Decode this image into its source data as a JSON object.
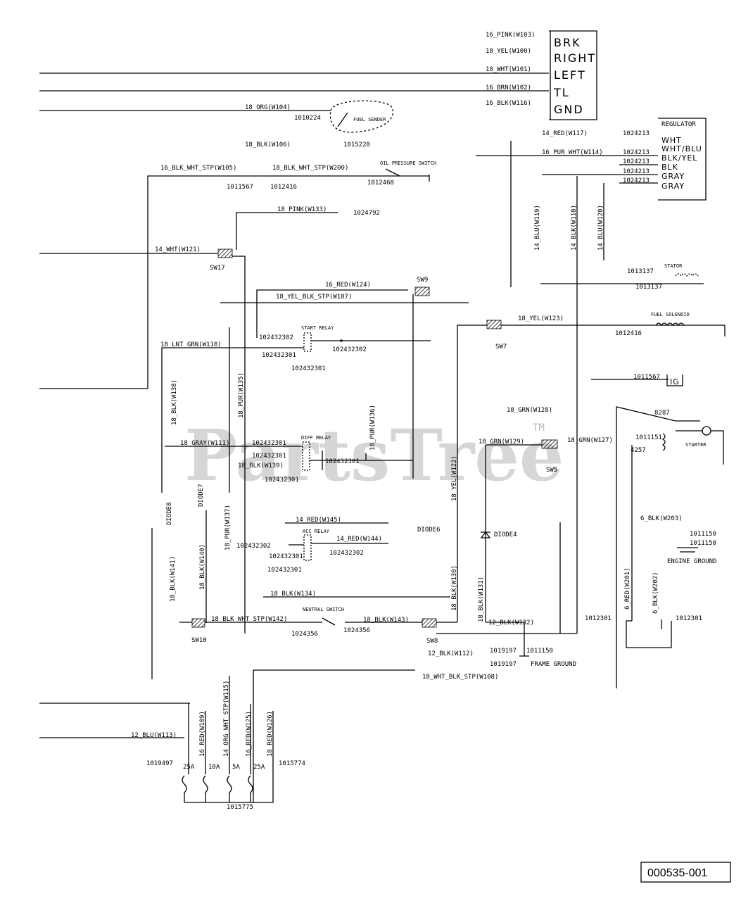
{
  "watermark": {
    "text": "PartsTree",
    "tm": "TM"
  },
  "figure_id": "000535-001",
  "connector": {
    "terminals": [
      "BRK",
      "RIGHT",
      "LEFT",
      "TL",
      "GND"
    ]
  },
  "regulator": {
    "title": "REGULATOR",
    "pn": "1024213",
    "terminals": [
      "WHT",
      "WHT/BLU",
      "BLK/YEL",
      "BLK",
      "GRAY",
      "GRAY"
    ]
  },
  "wires": {
    "w103": "16_PINK(W103)",
    "w100": "18_YEL(W100)",
    "w101": "18_WHT(W101)",
    "w102": "16_BRN(W102)",
    "w116": "16_BLK(W116)",
    "w104": "18_ORG(W104)",
    "w106": "18_BLK(W106)",
    "w117": "14_RED(W117)",
    "w114": "16_PUR_WHT(W114)",
    "w119": "14_BLU(W119)",
    "w118": "14_BLK(W118)",
    "w120": "14_BLU(W120)",
    "w105": "16_BLK_WHT_STP(W105)",
    "w200": "18_BLK_WHT_STP(W200)",
    "w133": "18_PINK(W133)",
    "w121": "14_WHT(W121)",
    "w124": "16_RED(W124)",
    "w107": "18_YEL_BLK_STP(W107)",
    "w110": "18_LNT_GRN(W110)",
    "w138": "18_BLK(W138)",
    "w135": "18_PUR(W135)",
    "w111": "18_GRAY(W111)",
    "w139": "18_BLK(W139)",
    "w136": "18_PUR(W136)",
    "w137": "18_PUR(W137)",
    "w140": "18_BLK(W140)",
    "w141": "18_BLK(W141)",
    "w145": "14_RED(W145)",
    "w144": "14_RED(W144)",
    "w134": "18_BLK(W134)",
    "w142": "18_BLK_WHT_STP(W142)",
    "w143": "18_BLK(W143)",
    "w123": "18_YEL(W123)",
    "w122": "18_YEL(W122)",
    "w130": "18_BLK(W130)",
    "w129": "18_GRN(W129)",
    "w128": "18_GRN(W128)",
    "w127": "18_GRN(W127)",
    "w131": "18_BLK(W131)",
    "w132": "12_BLK(W132)",
    "w112": "12_BLK(W112)",
    "w108": "18_WHT_BLK_STP(W108)",
    "w113": "12_BLU(W113)",
    "w109": "16_RED(W109)",
    "w115": "14_ORG_WHT_STP(W115)",
    "w125": "16_RED(W125)",
    "w126": "18_RED(W126)",
    "w203": "6_BLK(W203)",
    "w201": "6_RED(W201)",
    "w202": "6_BLK(W202)"
  },
  "parts": {
    "fuel_sender": "FUEL SENDER",
    "fuel_sender_pn": "1010224",
    "fuel_sender_pn2": "1015220",
    "oil_switch": "OIL PRESSURE SWITCH",
    "oil_switch_pn": "1012468",
    "pn_1011567": "1011567",
    "pn_1012416": "1012416",
    "pn_1024792": "1024792",
    "stator": "STATOR",
    "stator_pn": "1013137",
    "fuel_solenoid": "FUEL SOLENOID",
    "neutral_switch": "NEUTRAL SWITCH",
    "neutral_pn": "1024356",
    "pn_1019197": "1019197",
    "pn_1011150": "1011150",
    "frame_ground": "FRAME GROUND",
    "ig": "IG",
    "pn_8287": "8287",
    "pn_1011151": "1011151",
    "pn_4257": "4257",
    "starter": "STARTER",
    "engine_ground": "ENGINE GROUND",
    "pn_1012301": "1012301"
  },
  "relays": {
    "start": {
      "label": "START RELAY",
      "pn1": "102432302",
      "pn2": "102432301",
      "pn3": "102432302",
      "pn4": "102432301"
    },
    "diff": {
      "label": "DIFF RELAY",
      "pn1": "102432301",
      "pn2": "102432301",
      "pn3": "102432301",
      "pn4": "102432301"
    },
    "acc": {
      "label": "ACC RELAY",
      "pn1": "102432302",
      "pn2": "102432301",
      "pn3": "102432302",
      "pn4": "102432301"
    }
  },
  "switches": {
    "sw17": "SW17",
    "sw9": "SW9",
    "sw7": "SW7",
    "sw5": "SW5",
    "sw10": "SW10",
    "sw8": "SW8"
  },
  "diodes": {
    "d7": "DIODE7",
    "d8": "DIODE8",
    "d6": "DIODE6",
    "d4": "DIODE4"
  },
  "fuses": {
    "pn_left": "1019497",
    "pn_right": "1015774",
    "pn_bottom": "1015775",
    "ratings": [
      "25A",
      "10A",
      "5A",
      "25A"
    ]
  }
}
